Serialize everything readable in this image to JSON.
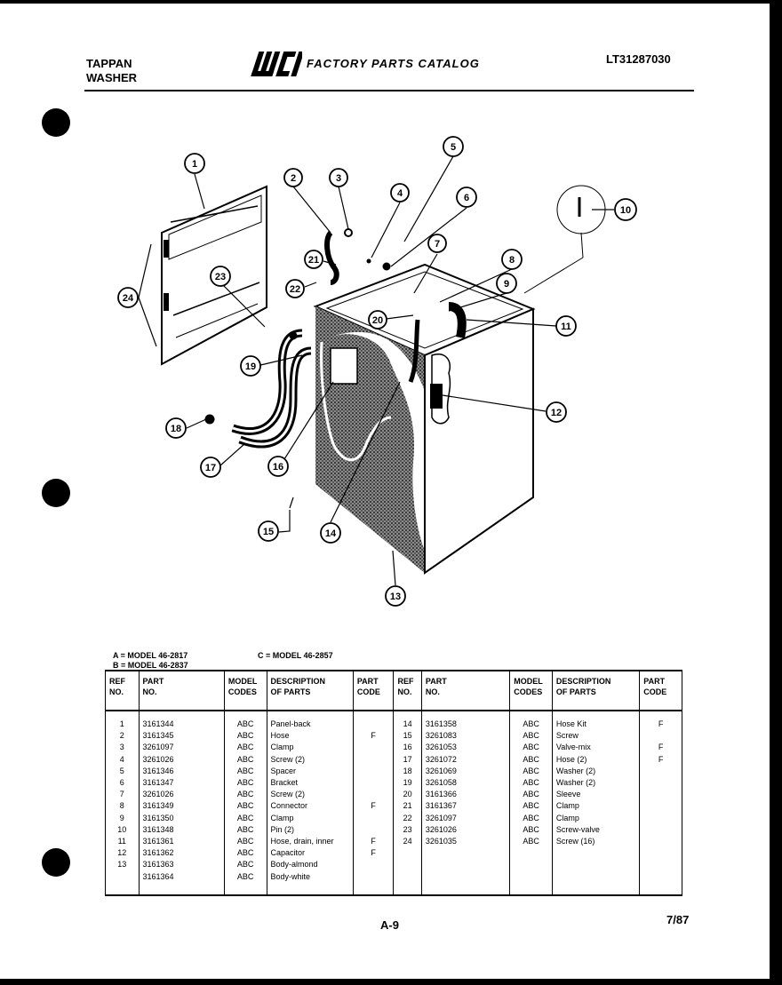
{
  "header": {
    "brand_line1": "TAPPAN",
    "brand_line2": "WASHER",
    "logo_text": "WCI",
    "catalog_title": "FACTORY PARTS CATALOG",
    "doc_number": "LT31287030"
  },
  "diagram": {
    "callouts": [
      "1",
      "2",
      "3",
      "4",
      "5",
      "6",
      "7",
      "8",
      "9",
      "10",
      "11",
      "12",
      "13",
      "14",
      "15",
      "16",
      "17",
      "18",
      "19",
      "20",
      "21",
      "22",
      "23",
      "24"
    ]
  },
  "models": {
    "a": "A = MODEL 46-2817",
    "b": "B = MODEL 46-2837",
    "c": "C = MODEL 46-2857"
  },
  "table": {
    "headers": {
      "ref1": "REF",
      "ref2": "NO.",
      "part1": "PART",
      "part2": "NO.",
      "model1": "MODEL",
      "model2": "CODES",
      "desc1": "DESCRIPTION",
      "desc2": "OF PARTS",
      "code1": "PART",
      "code2": "CODE"
    },
    "rows": [
      {
        "l_ref": "1",
        "l_part": "3161344",
        "l_model": "ABC",
        "l_desc": "Panel-back",
        "l_code": "",
        "r_ref": "14",
        "r_part": "3161358",
        "r_model": "ABC",
        "r_desc": "Hose Kit",
        "r_code": "F"
      },
      {
        "l_ref": "2",
        "l_part": "3161345",
        "l_model": "ABC",
        "l_desc": "Hose",
        "l_code": "F",
        "r_ref": "15",
        "r_part": "3261083",
        "r_model": "ABC",
        "r_desc": "Screw",
        "r_code": ""
      },
      {
        "l_ref": "3",
        "l_part": "3261097",
        "l_model": "ABC",
        "l_desc": "Clamp",
        "l_code": "",
        "r_ref": "16",
        "r_part": "3261053",
        "r_model": "ABC",
        "r_desc": "Valve-mix",
        "r_code": "F"
      },
      {
        "l_ref": "4",
        "l_part": "3261026",
        "l_model": "ABC",
        "l_desc": "Screw (2)",
        "l_code": "",
        "r_ref": "17",
        "r_part": "3261072",
        "r_model": "ABC",
        "r_desc": "Hose (2)",
        "r_code": "F"
      },
      {
        "l_ref": "5",
        "l_part": "3161346",
        "l_model": "ABC",
        "l_desc": "Spacer",
        "l_code": "",
        "r_ref": "18",
        "r_part": "3261069",
        "r_model": "ABC",
        "r_desc": "Washer (2)",
        "r_code": ""
      },
      {
        "l_ref": "6",
        "l_part": "3161347",
        "l_model": "ABC",
        "l_desc": "Bracket",
        "l_code": "",
        "r_ref": "19",
        "r_part": "3261058",
        "r_model": "ABC",
        "r_desc": "Washer (2)",
        "r_code": ""
      },
      {
        "l_ref": "7",
        "l_part": "3261026",
        "l_model": "ABC",
        "l_desc": "Screw (2)",
        "l_code": "",
        "r_ref": "20",
        "r_part": "3161366",
        "r_model": "ABC",
        "r_desc": "Sleeve",
        "r_code": ""
      },
      {
        "l_ref": "8",
        "l_part": "3161349",
        "l_model": "ABC",
        "l_desc": "Connector",
        "l_code": "F",
        "r_ref": "21",
        "r_part": "3161367",
        "r_model": "ABC",
        "r_desc": "Clamp",
        "r_code": ""
      },
      {
        "l_ref": "9",
        "l_part": "3161350",
        "l_model": "ABC",
        "l_desc": "Clamp",
        "l_code": "",
        "r_ref": "22",
        "r_part": "3261097",
        "r_model": "ABC",
        "r_desc": "Clamp",
        "r_code": ""
      },
      {
        "l_ref": "10",
        "l_part": "3161348",
        "l_model": "ABC",
        "l_desc": "Pin (2)",
        "l_code": "",
        "r_ref": "23",
        "r_part": "3261026",
        "r_model": "ABC",
        "r_desc": "Screw-valve",
        "r_code": ""
      },
      {
        "l_ref": "11",
        "l_part": "3161361",
        "l_model": "ABC",
        "l_desc": "Hose, drain, inner",
        "l_code": "F",
        "r_ref": "24",
        "r_part": "3261035",
        "r_model": "ABC",
        "r_desc": "Screw (16)",
        "r_code": ""
      },
      {
        "l_ref": "12",
        "l_part": "3161362",
        "l_model": "ABC",
        "l_desc": "Capacitor",
        "l_code": "F",
        "r_ref": "",
        "r_part": "",
        "r_model": "",
        "r_desc": "",
        "r_code": ""
      },
      {
        "l_ref": "13",
        "l_part": "3161363",
        "l_model": "ABC",
        "l_desc": "Body-almond",
        "l_code": "",
        "r_ref": "",
        "r_part": "",
        "r_model": "",
        "r_desc": "",
        "r_code": ""
      },
      {
        "l_ref": "",
        "l_part": "3161364",
        "l_model": "ABC",
        "l_desc": "Body-white",
        "l_code": "",
        "r_ref": "",
        "r_part": "",
        "r_model": "",
        "r_desc": "",
        "r_code": ""
      }
    ]
  },
  "footer": {
    "page": "A-9",
    "date": "7/87"
  }
}
